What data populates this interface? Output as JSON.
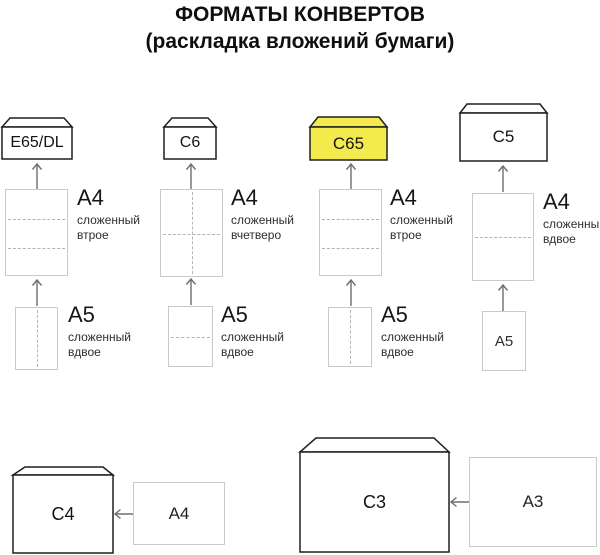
{
  "title": {
    "line1": "ФОРМАТЫ КОНВЕРТОВ",
    "line2": "(раскладка вложений бумаги)"
  },
  "colors": {
    "highlight_yellow": "#F3EA4D",
    "envelope_stroke": "#1F1F1F",
    "sheet_border": "#C9C9C9",
    "fold_dash_gray": "#B3B3B3",
    "arrow_gray": "#6E6E6E"
  },
  "icons": {
    "arrow_up_icon": "thin line arrow pointing up",
    "arrow_left_icon": "thin line arrow pointing left"
  },
  "columns": [
    {
      "envelope_label": "E65/DL",
      "a4_size": "A4",
      "a4_fold_line1": "сложенный",
      "a4_fold_line2": "втрое",
      "a5_size": "A5",
      "a5_fold_line1": "сложенный",
      "a5_fold_line2": "вдвое"
    },
    {
      "envelope_label": "C6",
      "a4_size": "A4",
      "a4_fold_line1": "сложенный",
      "a4_fold_line2": "вчетверо",
      "a5_size": "A5",
      "a5_fold_line1": "сложенный",
      "a5_fold_line2": "вдвое"
    },
    {
      "envelope_label": "C65",
      "highlighted": true,
      "a4_size": "A4",
      "a4_fold_line1": "сложенный",
      "a4_fold_line2": "втрое",
      "a5_size": "A5",
      "a5_fold_line1": "сложенный",
      "a5_fold_line2": "вдвое"
    },
    {
      "envelope_label": "C5",
      "a4_size": "A4",
      "a4_fold_line1": "сложенный",
      "a4_fold_line2": "вдвое",
      "a5_sheet_label": "A5"
    }
  ],
  "bottom_row": [
    {
      "envelope_label": "C4",
      "sheet_label": "A4"
    },
    {
      "envelope_label": "C3",
      "sheet_label": "A3"
    }
  ]
}
